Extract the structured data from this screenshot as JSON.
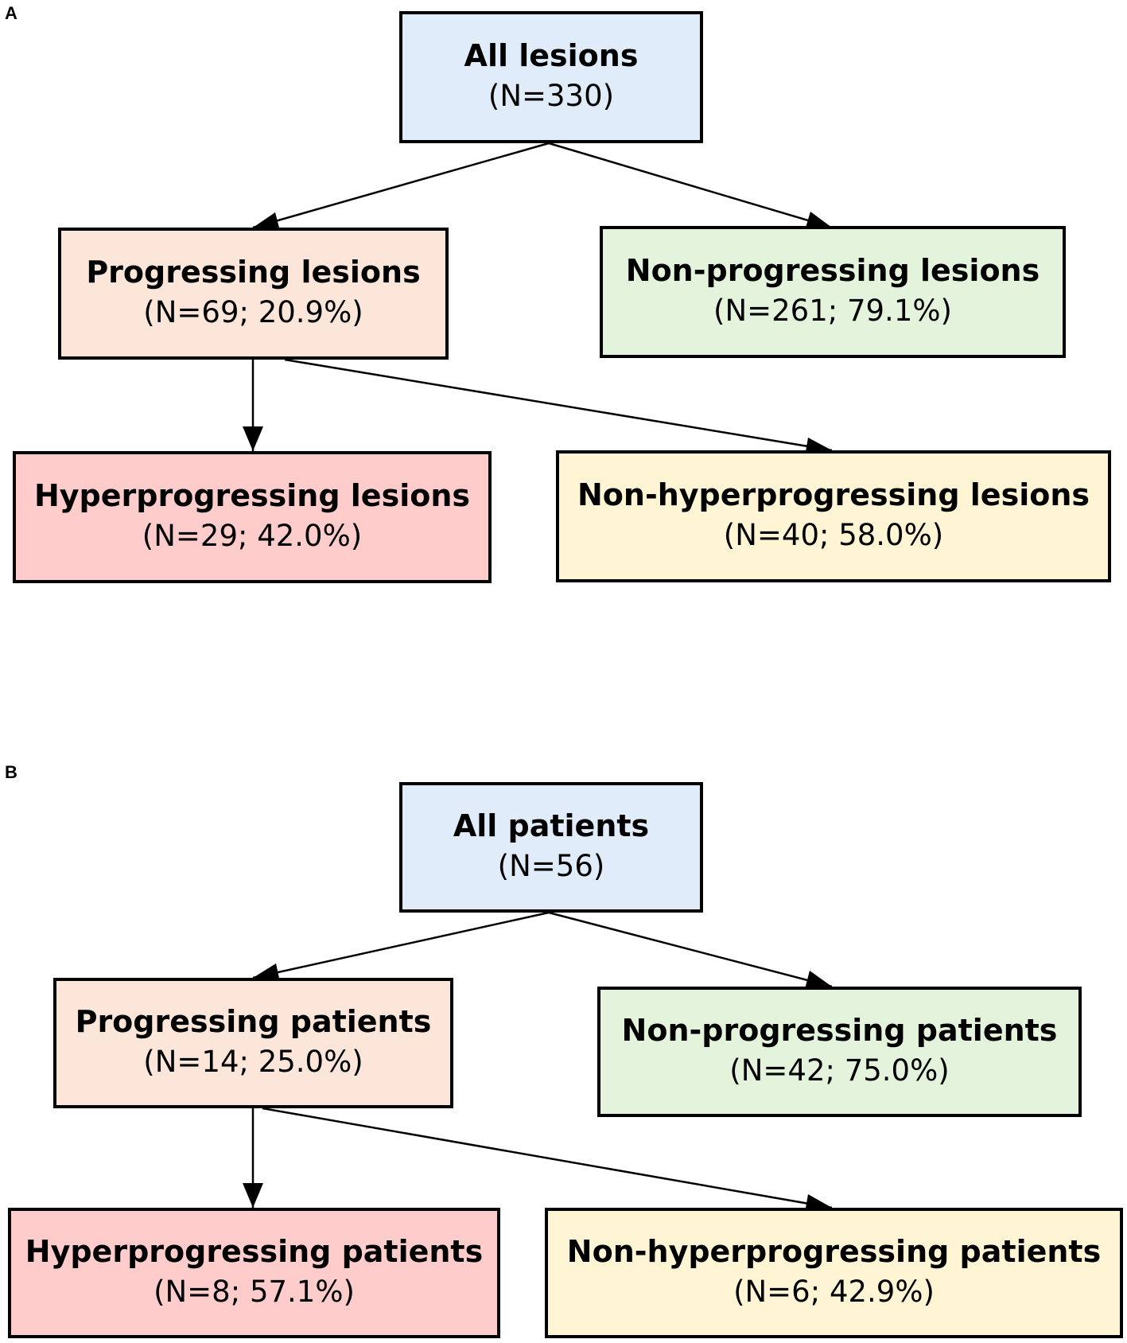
{
  "panels": {
    "a": {
      "label": "A",
      "root": {
        "title": "All lesions",
        "count": "(N=330)"
      },
      "left": {
        "title": "Progressing lesions",
        "count": "(N=69; 20.9%)"
      },
      "right": {
        "title": "Non-progressing lesions",
        "count": "(N=261; 79.1%)"
      },
      "left_child": {
        "title": "Hyperprogressing lesions",
        "count": "(N=29; 42.0%)"
      },
      "right_child": {
        "title": "Non-hyperprogressing lesions",
        "count": "(N=40; 58.0%)"
      }
    },
    "b": {
      "label": "B",
      "root": {
        "title": "All patients",
        "count": "(N=56)"
      },
      "left": {
        "title": "Progressing patients",
        "count": "(N=14; 25.0%)"
      },
      "right": {
        "title": "Non-progressing patients",
        "count": "(N=42; 75.0%)"
      },
      "left_child": {
        "title": "Hyperprogressing patients",
        "count": "(N=8; 57.1%)"
      },
      "right_child": {
        "title": "Non-hyperprogressing patients",
        "count": "(N=6; 42.9%)"
      }
    }
  },
  "colors": {
    "root": "#e0ecfa",
    "progressing": "#fbe6d9",
    "non_progressing": "#e4f3dc",
    "hyperprogressing": "#ffcccc",
    "non_hyperprogressing": "#fff5d5"
  }
}
